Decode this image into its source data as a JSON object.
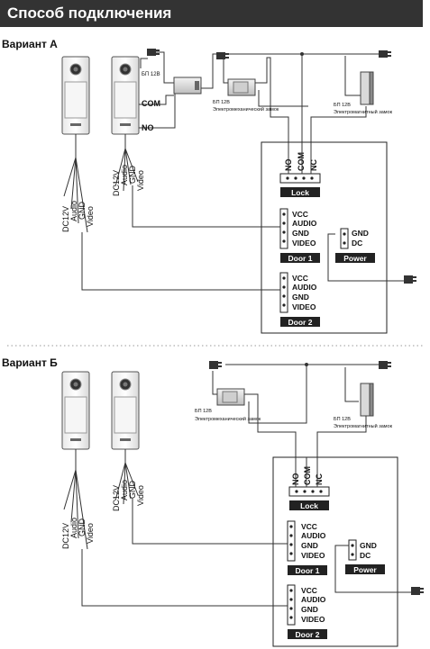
{
  "page": {
    "title": "Способ подключения"
  },
  "variants": [
    {
      "label": "Вариант А",
      "psu_label_relay": "БП 12В",
      "em_lock_label": "Электромеханический замок",
      "psu_label_em": "БП 12В",
      "mag_lock_label": "Электромагнитный замок",
      "psu_label_mag": "БП 12В",
      "relay_com": "COM",
      "relay_no": "NO"
    },
    {
      "label": "Вариант Б",
      "em_lock_label": "Электромеханический замок",
      "psu_label_em": "БП 12В",
      "mag_lock_label": "Электромагнитный замок",
      "psu_label_mag": "БП 12В"
    }
  ],
  "panel": {
    "wires": [
      "DC12V",
      "Audio",
      "GND",
      "Video"
    ]
  },
  "monitor": {
    "lock_terminals": [
      "NO",
      "COM",
      "NC"
    ],
    "lock_label": "Lock",
    "door_terminals": [
      "VCC",
      "AUDIO",
      "GND",
      "VIDEO"
    ],
    "door1_label": "Door 1",
    "door2_label": "Door 2",
    "power_terminals": [
      "GND",
      "DC"
    ],
    "power_label": "Power"
  }
}
